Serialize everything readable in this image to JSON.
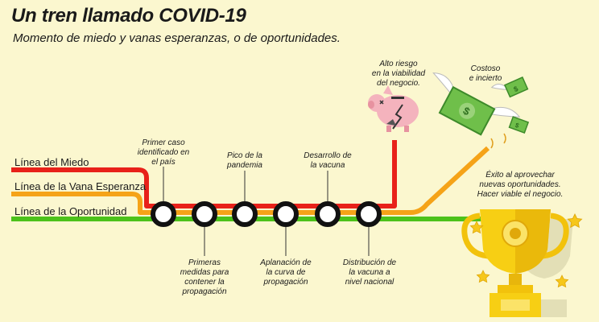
{
  "title": "Un tren llamado COVID-19",
  "subtitle": "Momento de miedo y vanas esperanzas, o de oportunidades.",
  "lines": [
    {
      "label": "Línea del Miedo",
      "color": "#e8211a"
    },
    {
      "label": "Línea de la Vana Esperanza",
      "color": "#f5a318"
    },
    {
      "label": "Línea de la Oportunidad",
      "color": "#4cc21a"
    }
  ],
  "stations": {
    "top": [
      "Primer caso\nidentificado en\nel país",
      "Pico de la\npandemia",
      "Desarrollo de\nla vacuna"
    ],
    "bottom": [
      "Primeras\nmedidas para\ncontener la\npropagación",
      "Aplanación de\nla curva de\npropagación",
      "Distribución de\nla vacuna a\nnivel nacional"
    ]
  },
  "outcomes": {
    "fear": "Alto riesgo\nen la viabilidad\ndel negocio.",
    "hope": "Costoso\ne incierto",
    "opportunity": "Éxito al aprovechar\nnuevas oportunidades.\nHacer viable el negocio."
  },
  "icons": [
    "broken-piggy-bank-icon",
    "flying-money-icon",
    "trophy-icon",
    "star-icon"
  ]
}
